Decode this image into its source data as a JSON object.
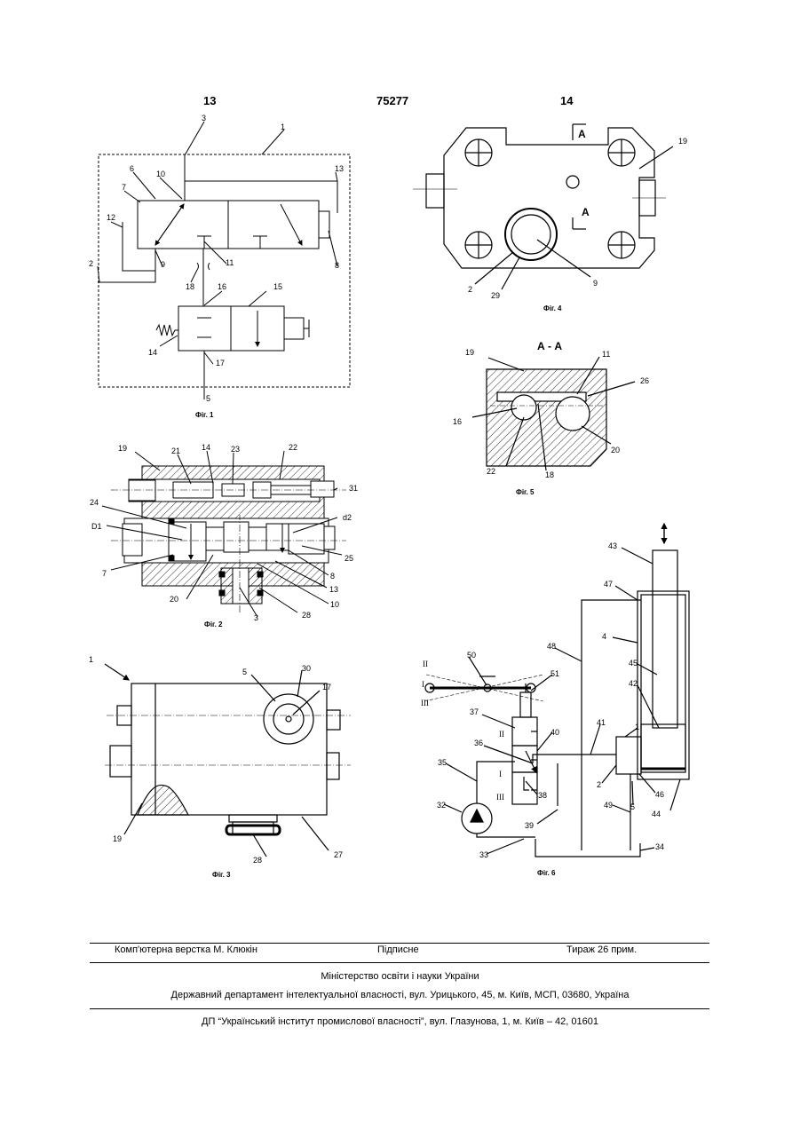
{
  "header": {
    "left_page": "13",
    "patent_number": "75277",
    "right_page": "14"
  },
  "figures": {
    "fig1": {
      "caption": "Фіг. 1",
      "labels": [
        "1",
        "2",
        "3",
        "5",
        "6",
        "7",
        "8",
        "9",
        "10",
        "11",
        "12",
        "13",
        "14",
        "15",
        "16",
        "17",
        "18"
      ]
    },
    "fig2": {
      "caption": "Фіг. 2",
      "labels": [
        "19",
        "21",
        "14",
        "23",
        "22",
        "31",
        "24",
        "D1",
        "d2",
        "25",
        "7",
        "8",
        "13",
        "20",
        "10",
        "3",
        "28"
      ]
    },
    "fig3": {
      "caption": "Фіг. 3",
      "labels": [
        "1",
        "5",
        "30",
        "17",
        "19",
        "28",
        "27"
      ]
    },
    "fig4": {
      "caption": "Фіг. 4",
      "section_mark": "A",
      "labels": [
        "19",
        "2",
        "29",
        "9"
      ]
    },
    "fig5": {
      "caption": "Фіг. 5",
      "title": "А - А",
      "labels": [
        "19",
        "11",
        "26",
        "16",
        "20",
        "22",
        "18"
      ]
    },
    "fig6": {
      "caption": "Фіг. 6",
      "labels": [
        "43",
        "47",
        "4",
        "48",
        "45",
        "42",
        "50",
        "51",
        "37",
        "40",
        "41",
        "1",
        "36",
        "35",
        "38",
        "2",
        "46",
        "5",
        "44",
        "32",
        "39",
        "49",
        "33",
        "34"
      ],
      "positions": [
        "I",
        "II",
        "III"
      ]
    }
  },
  "footer": {
    "typesetting": "Комп'ютерна верстка М. Клюкін",
    "signed": "Підписне",
    "circulation": "Тираж 26 прим.",
    "ministry": "Міністерство освіти і науки України",
    "department": "Державний департамент інтелектуальної власності, вул. Урицького, 45, м. Київ, МСП, 03680, Україна",
    "institute": "ДП “Український інститут промислової власності”, вул. Глазунова, 1, м. Київ – 42, 01601"
  }
}
